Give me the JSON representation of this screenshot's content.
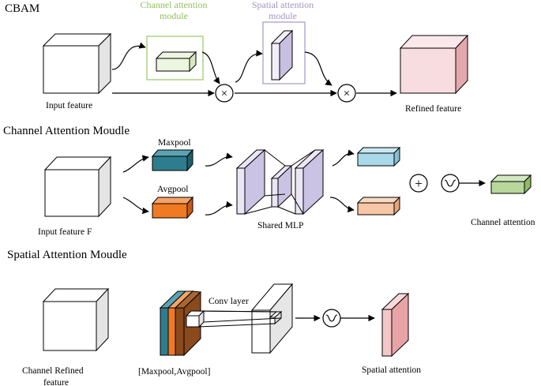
{
  "cbam": {
    "title": "CBAM",
    "input_label": "Input feature",
    "channel_module_label_1": "Channel attention",
    "channel_module_label_2": "module",
    "spatial_module_label_1": "Spatial attention",
    "spatial_module_label_2": "module",
    "multiply_symbol": "×",
    "refined_label": "Refined feature"
  },
  "channel_attention": {
    "title": "Channel Attention Moudle",
    "input_label": "Input feature F",
    "maxpool_label": "Maxpool",
    "avgpool_label": "Avgpool",
    "mlp_label": "Shared MLP",
    "plus_symbol": "+",
    "output_label": "Channel attention"
  },
  "spatial_attention": {
    "title": "Spatial Attention Moudle",
    "input_label_1": "Channel Refined",
    "input_label_2": "feature",
    "pool_label": "[Maxpool,Avgpool]",
    "conv_label": "Conv layer",
    "output_label": "Spatial attention"
  },
  "colors": {
    "maxpool": "#2e7d8e",
    "avgpool": "#f07a22",
    "mlp": "#cbc3e3",
    "mlp_out_top": "#a9d8e8",
    "mlp_out_bottom": "#f7c6a4",
    "channel_attention": "#b8d79a",
    "refined": "#f6d5d8",
    "spatial_attention": "#e8a3a6",
    "channel_module_box": "#a6cf7a",
    "spatial_module_box": "#b3a6cf",
    "pool_brown": "#8a4a1c"
  }
}
